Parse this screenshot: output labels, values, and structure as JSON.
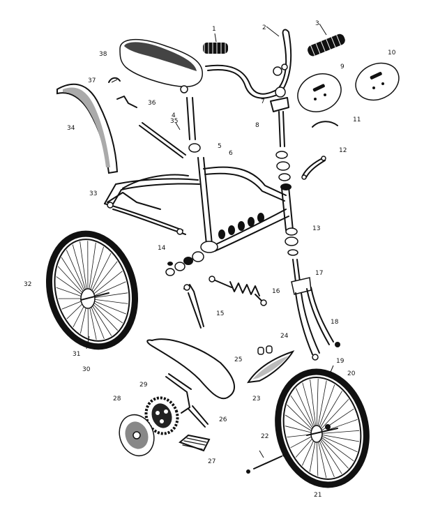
{
  "callouts": [
    "1",
    "2",
    "3",
    "4",
    "5",
    "6",
    "7",
    "8",
    "9",
    "10",
    "11",
    "12",
    "13",
    "14",
    "15",
    "16",
    "17",
    "18",
    "19",
    "20",
    "21",
    "22",
    "23",
    "24",
    "25",
    "26",
    "27",
    "28",
    "29",
    "30",
    "31",
    "32",
    "33",
    "34",
    "35",
    "36",
    "37",
    "38"
  ]
}
